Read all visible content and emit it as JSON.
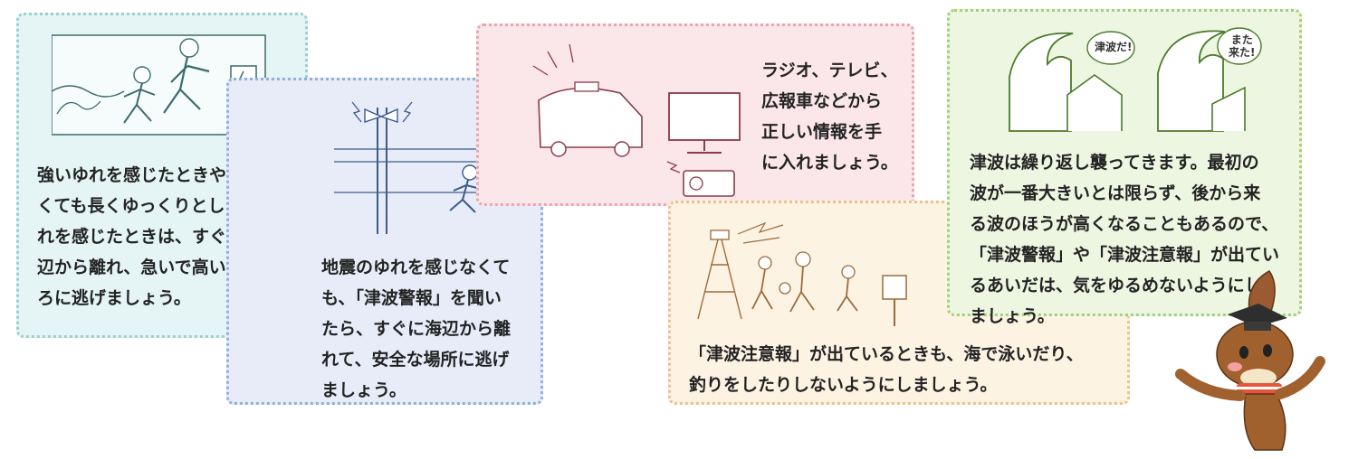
{
  "cards": [
    {
      "lines": [
        "強いゆれを感じたときや、弱",
        "くても長くゆっくりとしたゆ",
        "れを感じたときは、すぐに海",
        "辺から離れ、急いで高いとこ",
        "ろに逃げましょう。"
      ]
    },
    {
      "lines": [
        "地震のゆれを感じなくて",
        "も、「津波警報」を聞い",
        "たら、すぐに海辺から離",
        "れて、安全な場所に逃げ",
        "ましょう。"
      ]
    },
    {
      "lines": [
        "ラジオ、テレビ、",
        "広報車などから",
        "正しい情報を手",
        "に入れましょう。"
      ]
    },
    {
      "lines": [
        "「津波注意報」が出ているときも、海で泳いだり、",
        "釣りをしたりしないようにしましょう。"
      ]
    },
    {
      "lines": [
        "津波は繰り返し襲ってきます。最初の",
        "波が一番大きいとは限らず、後から来",
        "る波のほうが高くなることもあるので、",
        "「津波警報」や「津波注意報」が出てい",
        "るあいだは、気をゆるめないようにし",
        "ましょう。"
      ],
      "bubbles": {
        "left": "津波だ!",
        "right_line1": "また",
        "right_line2": "来た!"
      }
    }
  ],
  "colors": {
    "teal": "#9ccfcf",
    "blue": "#8fb1d9",
    "pink": "#e7a6b2",
    "orange": "#ecc28a",
    "green": "#a6cf7b"
  },
  "illustrations": [
    "people-running-from-sea",
    "loudspeaker-tower-and-runner",
    "pa-van-tv-radio",
    "warning-tower-family-running",
    "tsunami-waves-houses"
  ],
  "mascot": "rabbit-with-graduation-cap"
}
